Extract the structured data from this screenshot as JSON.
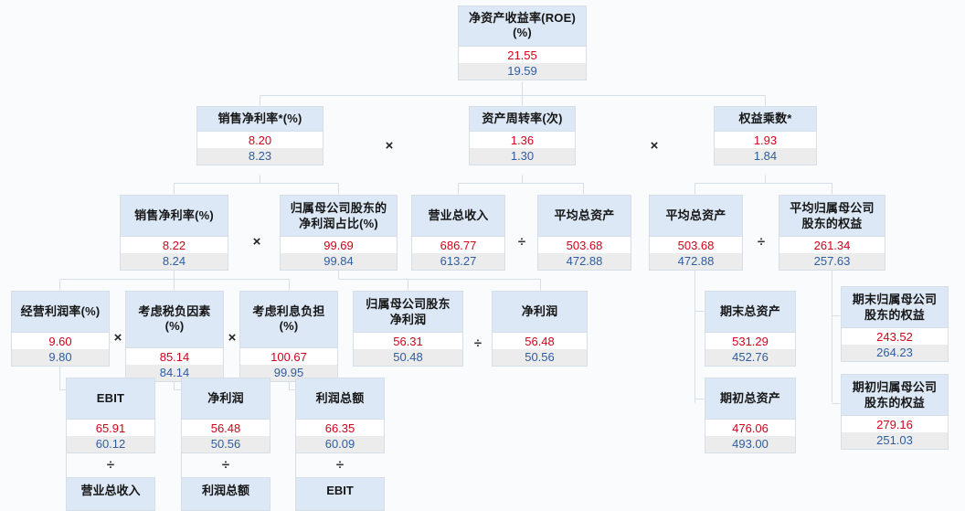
{
  "diagram": {
    "type": "dupont-analysis-tree",
    "legend": {
      "current_color": "#d0021b",
      "previous_color": "#2f5d9e",
      "header_color": "#dce8f6"
    },
    "nodes": {
      "roe": {
        "title": "净资产收益率(ROE)(%)",
        "v1": "21.55",
        "v2": "19.59"
      },
      "net_margin_star": {
        "title": "销售净利率*(%)",
        "v1": "8.20",
        "v2": "8.23"
      },
      "asset_turnover": {
        "title": "资产周转率(次)",
        "v1": "1.36",
        "v2": "1.30"
      },
      "equity_mult": {
        "title": "权益乘数*",
        "v1": "1.93",
        "v2": "1.84"
      },
      "net_margin": {
        "title": "销售净利率(%)",
        "v1": "8.22",
        "v2": "8.24"
      },
      "parent_share": {
        "title": "归属母公司股东的\n净利润占比(%)",
        "v1": "99.69",
        "v2": "99.84"
      },
      "total_revenue": {
        "title": "营业总收入",
        "v1": "686.77",
        "v2": "613.27"
      },
      "avg_assets_1": {
        "title": "平均总资产",
        "v1": "503.68",
        "v2": "472.88"
      },
      "avg_assets_2": {
        "title": "平均总资产",
        "v1": "503.68",
        "v2": "472.88"
      },
      "avg_parent_eq": {
        "title": "平均归属母公司\n股东的权益",
        "v1": "261.34",
        "v2": "257.63"
      },
      "op_margin": {
        "title": "经营利润率(%)",
        "v1": "9.60",
        "v2": "9.80"
      },
      "tax_factor": {
        "title": "考虑税负因素(%)",
        "v1": "85.14",
        "v2": "84.14"
      },
      "interest_factor": {
        "title": "考虑利息负担(%)",
        "v1": "100.67",
        "v2": "99.95"
      },
      "parent_profit": {
        "title": "归属母公司股东\n净利润",
        "v1": "56.31",
        "v2": "50.48"
      },
      "net_profit_top": {
        "title": "净利润",
        "v1": "56.48",
        "v2": "50.56"
      },
      "end_assets": {
        "title": "期末总资产",
        "v1": "531.29",
        "v2": "452.76"
      },
      "begin_assets": {
        "title": "期初总资产",
        "v1": "476.06",
        "v2": "493.00"
      },
      "end_parent_eq": {
        "title": "期末归属母公司\n股东的权益",
        "v1": "243.52",
        "v2": "264.23"
      },
      "begin_parent_eq": {
        "title": "期初归属母公司\n股东的权益",
        "v1": "279.16",
        "v2": "251.03"
      },
      "ebit": {
        "title": "EBIT",
        "v1": "65.91",
        "v2": "60.12"
      },
      "net_profit_mid": {
        "title": "净利润",
        "v1": "56.48",
        "v2": "50.56"
      },
      "total_profit": {
        "title": "利润总额",
        "v1": "66.35",
        "v2": "60.09"
      }
    },
    "leaves": {
      "leaf_revenue": {
        "title": "营业总收入"
      },
      "leaf_total_profit": {
        "title": "利润总额"
      },
      "leaf_ebit": {
        "title": "EBIT"
      }
    },
    "operators": {
      "mul_1": "×",
      "mul_2": "×",
      "mul_3": "×",
      "mul_4": "×",
      "mul_5": "×",
      "div_1": "÷",
      "div_2": "÷",
      "div_3": "÷",
      "div_4": "÷",
      "div_5": "÷",
      "div_6": "÷",
      "div_7": "÷"
    }
  }
}
